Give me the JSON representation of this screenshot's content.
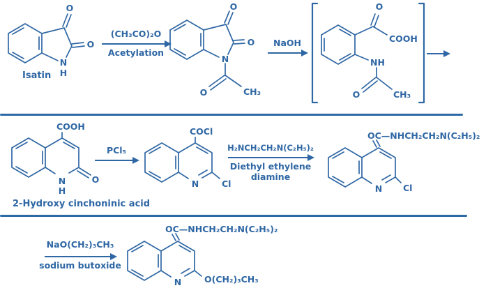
{
  "palette": {
    "ink": "#2f67a4",
    "rule": "#2c6aa6",
    "background": "#ffffff"
  },
  "rows": [
    {
      "isatin": {
        "label": "Isatin",
        "o_top": "O",
        "o_right": "O",
        "n": "N",
        "h": "H"
      },
      "acetylation_arrow": {
        "reagent": "(CH₃CO)₂O",
        "caption": "Acetylation"
      },
      "acetyl_isatin": {
        "o_top": "O",
        "o_right": "O",
        "n": "N",
        "acetyl_o": "O",
        "acetyl_ch3": "CH₃"
      },
      "naoh_arrow": {
        "reagent": "NaOH"
      },
      "intermediate": {
        "o_keto": "O",
        "cooh": "COOH",
        "nh": "NH",
        "acetyl_o": "O",
        "acetyl_ch3": "CH₃"
      }
    },
    {
      "cinchoninic_acid": {
        "label": "2-Hydroxy cinchoninic acid",
        "cooh": "COOH",
        "n": "N",
        "h": "H",
        "o": "O"
      },
      "pcl5_arrow": {
        "reagent": "PCl₅"
      },
      "acid_chloride": {
        "cocl": "COCl",
        "n": "N",
        "cl": "Cl"
      },
      "diamine_arrow": {
        "reagent": "H₂NCH₂CH₂N(C₂H₅)₂",
        "caption_line1": "Diethyl ethylene",
        "caption_line2": "diamine"
      },
      "chloro_amide": {
        "chain": "OC—NHCH₂CH₂N(C₂H₅)₂",
        "n": "N",
        "cl": "Cl"
      }
    },
    {
      "butoxide_arrow": {
        "reagent": "NaO(CH₂)₃CH₃",
        "caption": "sodium butoxide"
      },
      "product": {
        "chain": "OC—NHCH₂CH₂N(C₂H₅)₂",
        "n": "N",
        "obutyl": "O(CH₂)₃CH₃"
      }
    }
  ]
}
